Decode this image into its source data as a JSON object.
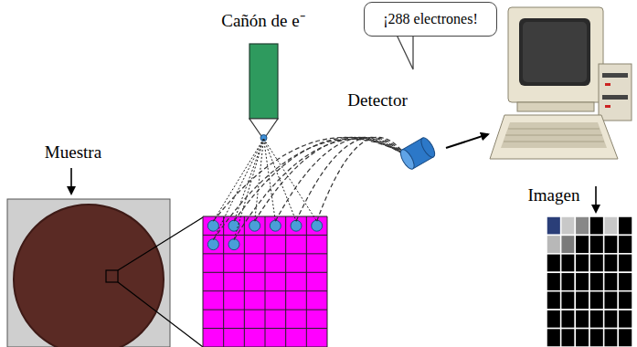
{
  "diagram": {
    "nodes": [
      {
        "text": [
          "¡288 electrones!"
        ]
      }
    ],
    "labels": [
      "Cañón de e⁻",
      "Detector",
      "Muestra",
      "Imagen"
    ]
  }
}
